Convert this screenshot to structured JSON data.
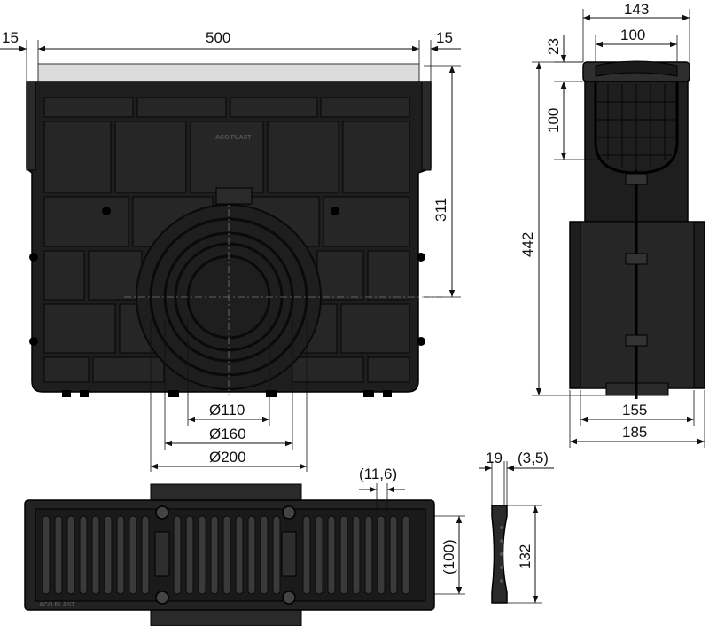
{
  "front_view": {
    "dim_left_flange": "15",
    "dim_width": "500",
    "dim_right_flange": "15",
    "dim_outlet_height": "311",
    "dim_d110": "Ø110",
    "dim_d160": "Ø160",
    "dim_d200": "Ø200",
    "logo": "ACO PLAST"
  },
  "side_view": {
    "dim_top_width": "143",
    "dim_inner_width": "100",
    "dim_grate_height": "23",
    "dim_basket_height": "100",
    "dim_total_height": "442",
    "dim_body_width": "155",
    "dim_base_width": "185"
  },
  "top_view": {
    "dim_slot": "(11,6)",
    "dim_grate_width": "(100)",
    "logo": "ACO PLAST"
  },
  "section_view": {
    "dim_thickness": "19",
    "dim_lip": "(3,5)",
    "dim_height": "132"
  }
}
